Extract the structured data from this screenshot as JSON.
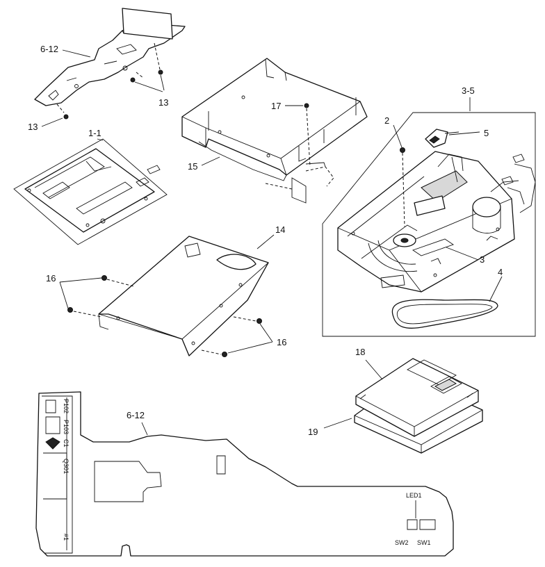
{
  "labels": {
    "part_6_12_top": "6-12",
    "part_13_right": "13",
    "part_13_left": "13",
    "part_1_1": "1-1",
    "part_15": "15",
    "part_17": "17",
    "part_14": "14",
    "part_16_left": "16",
    "part_16_right": "16",
    "part_3_5": "3-5",
    "part_5": "5",
    "part_2": "2",
    "part_3": "3",
    "part_4": "4",
    "part_18": "18",
    "part_19": "19",
    "part_6_12_bottom": "6-12"
  },
  "board_markings": {
    "p102": "P102",
    "p103": "P103",
    "c1": "C1",
    "q301": "Q301",
    "led01": "LED1",
    "sw2": "SW2",
    "sw1": "SW1",
    "small_mark": "#1"
  }
}
